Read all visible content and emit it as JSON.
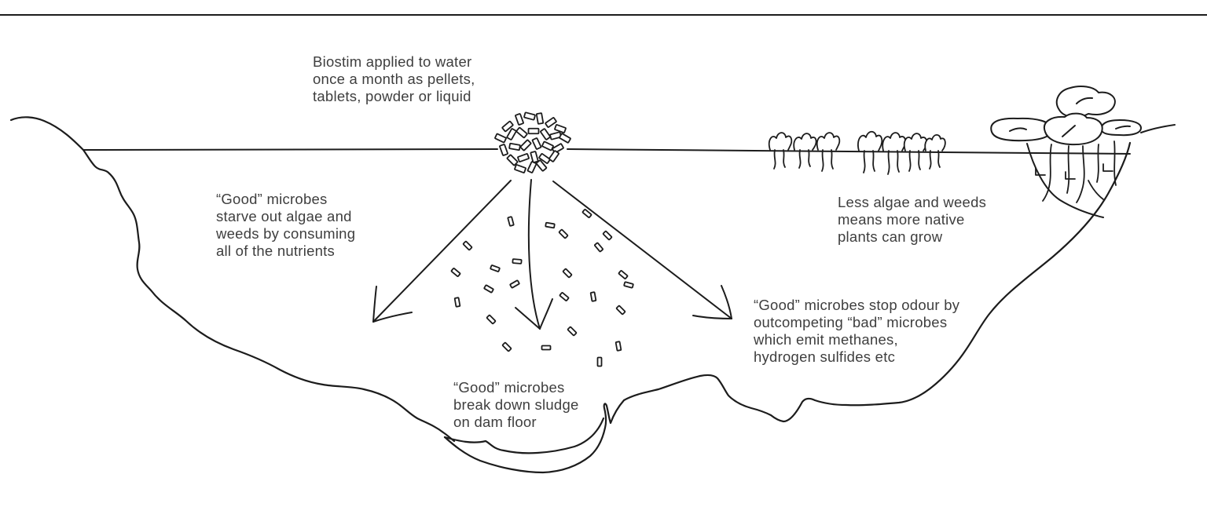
{
  "figure": {
    "kind": "hand-drawn dam cross-section diagram",
    "colors": {
      "background": "#ffffff",
      "ink": "#1c1c1c",
      "text": "#3e3e3e"
    }
  },
  "annotations": {
    "application": "Biostim applied to water\nonce a month as pellets,\ntablets, powder or liquid",
    "starve_algae": "“Good” microbes\nstarve out algae and\nweeds by consuming\nall of the nutrients",
    "native_plants": "Less algae and weeds\nmeans more native\nplants can grow",
    "stop_odour": "“Good” microbes stop odour by\noutcompeting “bad” microbes\nwhich emit methanes,\nhydrogen sulfides etc",
    "break_sludge": "“Good” microbes\nbreak down sludge\non dam floor"
  }
}
